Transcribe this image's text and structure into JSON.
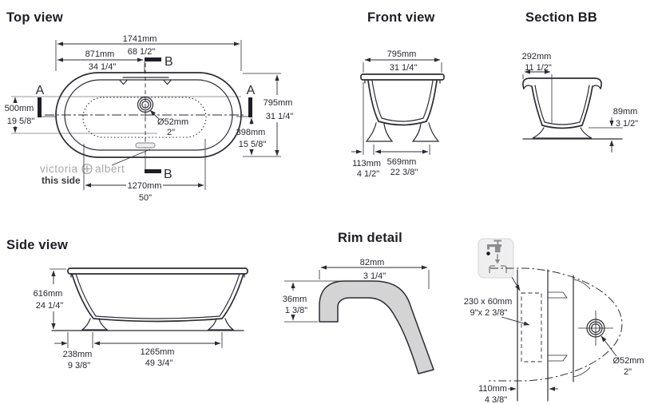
{
  "colors": {
    "line": "#2b2b34",
    "text": "#26262e",
    "gray_fill": "#d4d4d5",
    "logo_gray": "#a7a7a9",
    "light_line": "#9898a0",
    "icon_bg": "#efefef"
  },
  "views": {
    "top": {
      "title": "Top view",
      "section_a": "A",
      "section_b": "B",
      "dims": {
        "length_mm": "1741mm",
        "length_in": "68 1/2\"",
        "drain_mm": "871mm",
        "drain_in": "34 1/4\"",
        "tap_mm": "500mm",
        "tap_in": "19 5/8\"",
        "width_mm": "795mm",
        "width_in": "31 1/4\"",
        "side_mm": "398mm",
        "side_in": "15 5/8\"",
        "floor_mm": "1270mm",
        "floor_in": "50\"",
        "waste_mm": "Ø52mm",
        "waste_in": "2\""
      },
      "logo": {
        "word1": "victoria",
        "word2": "albert",
        "note": "this side"
      }
    },
    "front": {
      "title": "Front view",
      "dims": {
        "width_mm": "795mm",
        "width_in": "31 1/4\"",
        "inset_mm": "113mm",
        "inset_in": "4 1/2\"",
        "feet_mm": "569mm",
        "feet_in": "22 3/8\""
      }
    },
    "section": {
      "title": "Section BB",
      "dims": {
        "half_mm": "292mm",
        "half_in": "11 1/2\"",
        "base_mm": "89mm",
        "base_in": "3 1/2\""
      }
    },
    "side": {
      "title": "Side view",
      "dims": {
        "height_mm": "616mm",
        "height_in": "24 1/4\"",
        "inset_mm": "238mm",
        "inset_in": "9 3/8\"",
        "feet_mm": "1265mm",
        "feet_in": "49 3/4\""
      }
    },
    "rim": {
      "title": "Rim detail",
      "dims": {
        "width_mm": "82mm",
        "width_in": "3 1/4\"",
        "thick_mm": "36mm",
        "thick_in": "1 3/8\""
      }
    },
    "tap": {
      "dims": {
        "deck_mm": "230 x 60mm",
        "deck_in": "9\"x 2 3/8\"",
        "edge_mm": "110mm",
        "edge_in": "4 3/8\"",
        "waste_mm": "Ø52mm",
        "waste_in": "2\""
      }
    }
  }
}
